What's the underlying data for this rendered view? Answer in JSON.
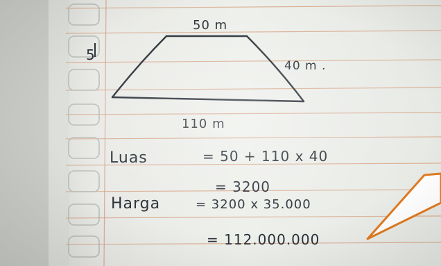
{
  "notebook": {
    "figure": {
      "top_label": "50 m",
      "left_label": "5",
      "right_label": "40 m .",
      "bottom_label": "110 m"
    },
    "work": {
      "luas_label": "Luas",
      "luas_eq": "= 50 + 110 x 40",
      "luas_result": "= 3200",
      "harga_label": "Harga",
      "harga_eq": "= 3200 x 35.000",
      "harga_result": "= 112.000.000"
    },
    "colors": {
      "paper": "#eef0ec",
      "rule_line": "#d8a889",
      "ink": "#2a3138",
      "callout": "#e07a1f"
    }
  }
}
